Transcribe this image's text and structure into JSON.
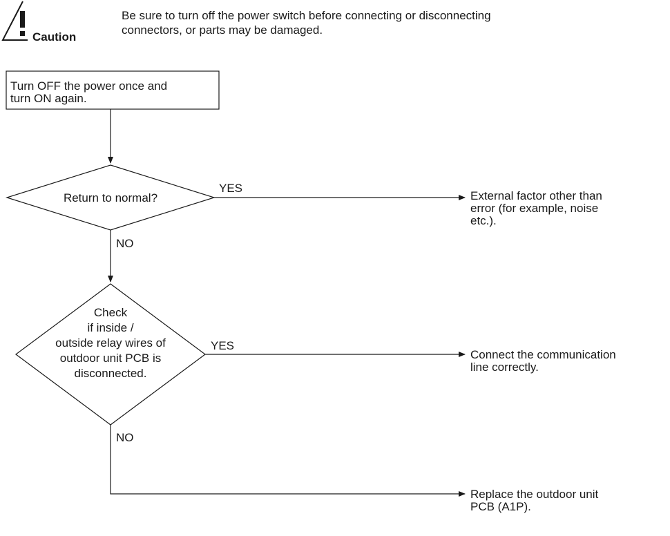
{
  "caution": {
    "icon": "warning-triangle-icon",
    "label": "Caution",
    "message_line1": "Be sure to turn off the power switch before connecting or disconnecting",
    "message_line2": "connectors, or parts may be damaged."
  },
  "flow": {
    "start_line1": "Turn OFF the power once and",
    "start_line2": "turn ON again.",
    "decision1": "Return to normal?",
    "decision1_yes": "YES",
    "decision1_no": "NO",
    "result1_line1": "External factor other than",
    "result1_line2": "error (for example, noise",
    "result1_line3": "etc.).",
    "decision2_line1": "Check",
    "decision2_line2": "if inside /",
    "decision2_line3": "outside relay wires of",
    "decision2_line4": "outdoor unit PCB is",
    "decision2_line5": "disconnected.",
    "decision2_yes": "YES",
    "decision2_no": "NO",
    "result2_line1": "Connect the communication",
    "result2_line2": "line correctly.",
    "result3_line1": "Replace the outdoor unit",
    "result3_line2": "PCB (A1P)."
  }
}
